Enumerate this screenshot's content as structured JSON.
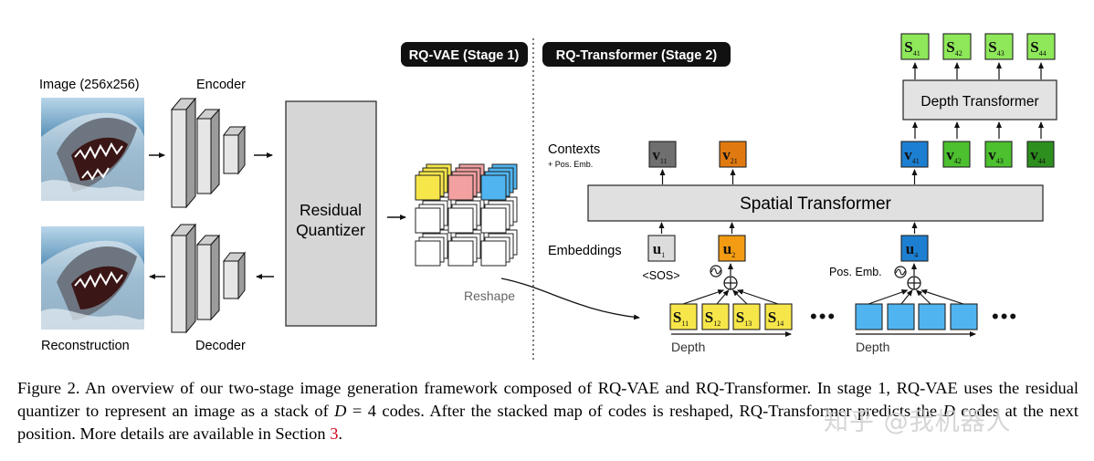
{
  "stage_labels": {
    "stage1": "RQ-VAE (Stage 1)",
    "stage2": "RQ-Transformer (Stage 2)"
  },
  "left": {
    "image_label": "Image (256x256)",
    "encoder_label": "Encoder",
    "decoder_label": "Decoder",
    "reconstruction_label": "Reconstruction",
    "quantizer_line1": "Residual",
    "quantizer_line2": "Quantizer",
    "reshape_label": "Reshape"
  },
  "right": {
    "contexts_label": "Contexts",
    "pos_emb_small": "+ Pos. Emb.",
    "embeddings_label": "Embeddings",
    "sos_label": "<SOS>",
    "pos_emb_label": "Pos. Emb.",
    "spatial_transformer": "Spatial Transformer",
    "depth_transformer": "Depth Transformer",
    "depth_label_1": "Depth",
    "depth_label_2": "Depth",
    "ellipsis": "•••",
    "s_tokens": [
      {
        "base": "S",
        "sub": "11"
      },
      {
        "base": "S",
        "sub": "12"
      },
      {
        "base": "S",
        "sub": "13"
      },
      {
        "base": "S",
        "sub": "14"
      }
    ],
    "s_top": [
      {
        "base": "S",
        "sub": "41"
      },
      {
        "base": "S",
        "sub": "42"
      },
      {
        "base": "S",
        "sub": "43"
      },
      {
        "base": "S",
        "sub": "44"
      }
    ],
    "v_ctx": [
      {
        "base": "v",
        "sub": "11"
      },
      {
        "base": "v",
        "sub": "21"
      },
      {
        "base": "v",
        "sub": "41"
      },
      {
        "base": "v",
        "sub": "42"
      },
      {
        "base": "v",
        "sub": "43"
      },
      {
        "base": "v",
        "sub": "44"
      }
    ],
    "u_emb": [
      {
        "base": "u",
        "sub": "1"
      },
      {
        "base": "u",
        "sub": "2"
      },
      {
        "base": "u",
        "sub": "4"
      }
    ]
  },
  "colors": {
    "yellow": "#f7e64a",
    "pink": "#f2a0a0",
    "blue": "#4fb4f0",
    "orange": "#f29b13",
    "gray_box": "#dcdcdc",
    "green_light": "#8ee85a",
    "green_mid": "#4cc02e",
    "green_dark": "#2d8f1e",
    "v_blue": "#1d7fd1",
    "caption_ref": "#d0021b"
  },
  "caption": {
    "l1": "Figure 2.  An overview of our two-stage image generation framework composed of RQ-VAE and RQ-Transformer. In stage 1, RQ-VAE",
    "l2a": "uses the residual quantizer to represent an image as a stack of ",
    "l2math": "D",
    "l2eq": " = 4",
    "l2b": " codes. After the stacked map of codes is reshaped, RQ-Transformer",
    "l3a": "predicts the ",
    "l3math": "D",
    "l3b": " codes at the next position. More details are available in Section ",
    "l3ref": "3",
    "l3c": "."
  },
  "watermark": "知乎 @我机器人"
}
